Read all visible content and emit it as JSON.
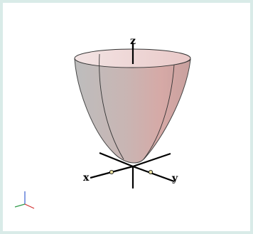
{
  "axes": {
    "x_label": "x",
    "y_label": "y",
    "z_label": "z"
  },
  "surface": {
    "shape": "paraboloid",
    "color_light": "#c0c0c0",
    "color_warm": "#d8aaa8",
    "rim_inner": "#f2dada"
  },
  "orientation_gizmo": {
    "x_color": "#d23232",
    "y_color": "#2f9a4a",
    "z_color": "#3a5fd0"
  }
}
